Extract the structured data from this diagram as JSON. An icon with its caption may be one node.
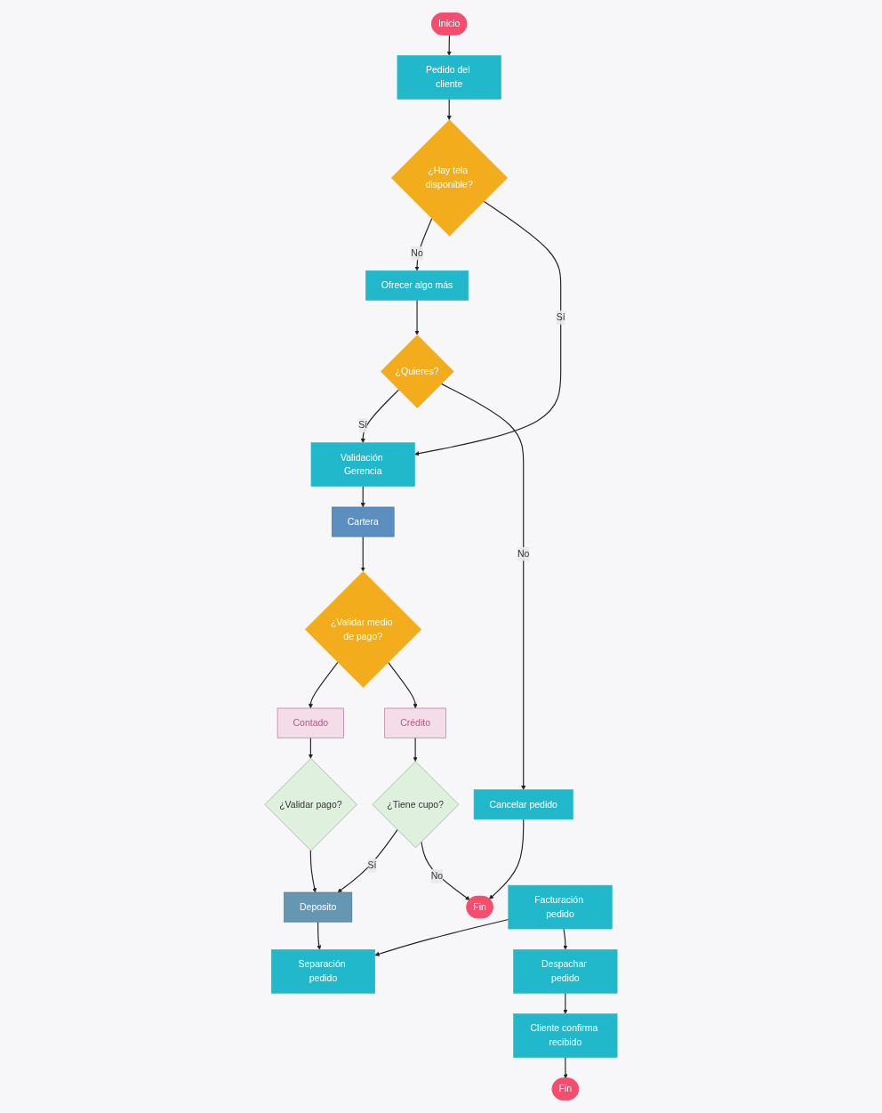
{
  "diagram": {
    "nodes": [
      {
        "text": [
          "Inicio"
        ]
      },
      {
        "text": [
          "Pedido del cliente"
        ]
      },
      {
        "text": [
          "¿Hay tela disponible?"
        ]
      },
      {
        "text": [
          "Ofrecer algo más"
        ]
      },
      {
        "text": [
          "¿Quieres?"
        ]
      },
      {
        "text": [
          "Cancelar pedido"
        ]
      },
      {
        "text": [
          "Fin"
        ]
      },
      {
        "text": [
          "Validación Gerencia"
        ]
      },
      {
        "text": [
          "Cartera"
        ]
      },
      {
        "text": [
          "¿Validar medio de pago?"
        ]
      },
      {
        "text": [
          "Contado"
        ]
      },
      {
        "text": [
          "Crédito"
        ]
      },
      {
        "text": [
          "¿Validar pago?"
        ]
      },
      {
        "text": [
          "¿Tiene cupo?"
        ]
      },
      {
        "text": [
          "Deposito"
        ]
      },
      {
        "text": [
          "Separación pedido"
        ]
      },
      {
        "text": [
          "Facturación pedido"
        ]
      },
      {
        "text": [
          "Despachar pedido"
        ]
      },
      {
        "text": [
          "Cliente confirma recibido"
        ]
      },
      {
        "text": [
          "Fin"
        ]
      }
    ],
    "edges": [
      {
        "from": 0,
        "to": 1,
        "arrow": "to"
      },
      {
        "from": 1,
        "to": 2,
        "arrow": "to"
      },
      {
        "from": 2,
        "to": 3,
        "arrow": "to",
        "label": "No"
      },
      {
        "from": 2,
        "to": 7,
        "arrow": "to",
        "label": "Sí"
      },
      {
        "from": 3,
        "to": 4,
        "arrow": "to"
      },
      {
        "from": 4,
        "to": 7,
        "arrow": "to",
        "label": "Sí"
      },
      {
        "from": 4,
        "to": 5,
        "arrow": "to",
        "label": "No"
      },
      {
        "from": 5,
        "to": 6,
        "arrow": "to"
      },
      {
        "from": 7,
        "to": 8,
        "arrow": "to"
      },
      {
        "from": 8,
        "to": 9,
        "arrow": "to"
      },
      {
        "from": 9,
        "to": 10,
        "arrow": "to"
      },
      {
        "from": 9,
        "to": 11,
        "arrow": "to"
      },
      {
        "from": 10,
        "to": 12,
        "arrow": "to"
      },
      {
        "from": 11,
        "to": 13,
        "arrow": "to"
      },
      {
        "from": 12,
        "to": 14,
        "arrow": "to"
      },
      {
        "from": 13,
        "to": 14,
        "arrow": "to",
        "label": "Sí"
      },
      {
        "from": 13,
        "to": 6,
        "arrow": "to",
        "label": "No"
      },
      {
        "from": 14,
        "to": 15,
        "arrow": "to"
      },
      {
        "from": 16,
        "to": 15,
        "arrow": "to"
      },
      {
        "from": 16,
        "to": 17,
        "arrow": "to"
      },
      {
        "from": 17,
        "to": 18,
        "arrow": "to"
      },
      {
        "from": 18,
        "to": 19,
        "arrow": "to"
      }
    ]
  }
}
